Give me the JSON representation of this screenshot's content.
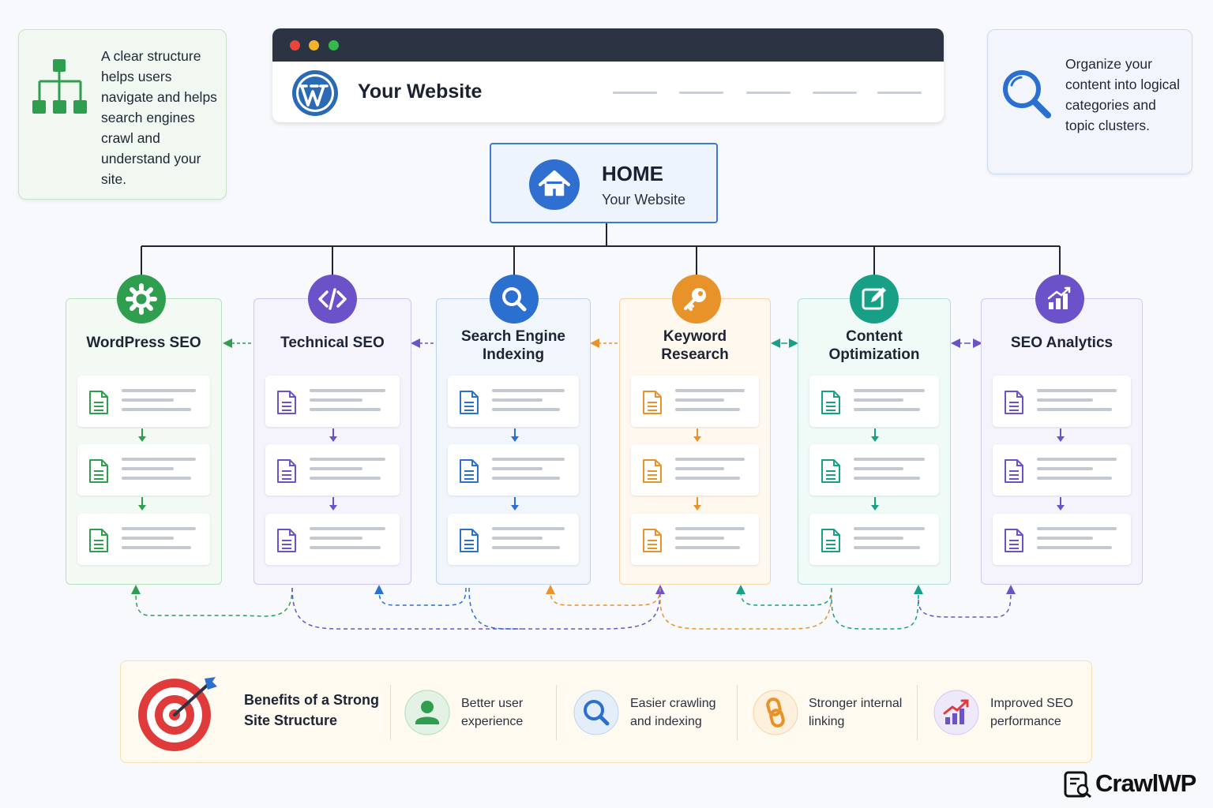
{
  "intro_note": "A clear structure helps users navigate and helps search engines crawl and understand your site.",
  "organize_note": "Organize your content into logical categories and topic clusters.",
  "browser": {
    "site_title": "Your Website",
    "icon": "wordpress-logo-icon"
  },
  "home": {
    "title": "HOME",
    "subtitle": "Your Website",
    "icon": "house-icon"
  },
  "categories": [
    {
      "title": "WordPress SEO",
      "icon": "gear-icon",
      "color": "#2f9e4f",
      "light": "#f3faf3",
      "border": "#b8e0bf"
    },
    {
      "title": "Technical SEO",
      "icon": "code-icon",
      "color": "#6b52c9",
      "light": "#f5f3fc",
      "border": "#cfc6ef"
    },
    {
      "title": "Search Engine Indexing",
      "icon": "magnifier-icon",
      "color": "#2b6fcf",
      "light": "#f1f6fd",
      "border": "#bcd2f0"
    },
    {
      "title": "Keyword Research",
      "icon": "key-icon",
      "color": "#e8922a",
      "light": "#fff8ef",
      "border": "#f5d3a6"
    },
    {
      "title": "Content Optimization",
      "icon": "edit-icon",
      "color": "#17a085",
      "light": "#f0faf7",
      "border": "#b3e0d4"
    },
    {
      "title": "SEO Analytics",
      "icon": "bar-chart-icon",
      "color": "#6b52c9",
      "light": "#f5f3fc",
      "border": "#d2caf0"
    }
  ],
  "benefits": {
    "title": "Benefits of a Strong Site Structure",
    "items": [
      {
        "label": "Better user experience",
        "icon": "user-icon",
        "color": "#2f9e4f"
      },
      {
        "label": "Easier crawling and indexing",
        "icon": "magnifier-icon",
        "color": "#2b6fcf"
      },
      {
        "label": "Stronger internal linking",
        "icon": "link-icon",
        "color": "#e8922a"
      },
      {
        "label": "Improved SEO performance",
        "icon": "growth-chart-icon",
        "color": "#6b52c9"
      }
    ]
  },
  "brand": "CrawlWP"
}
